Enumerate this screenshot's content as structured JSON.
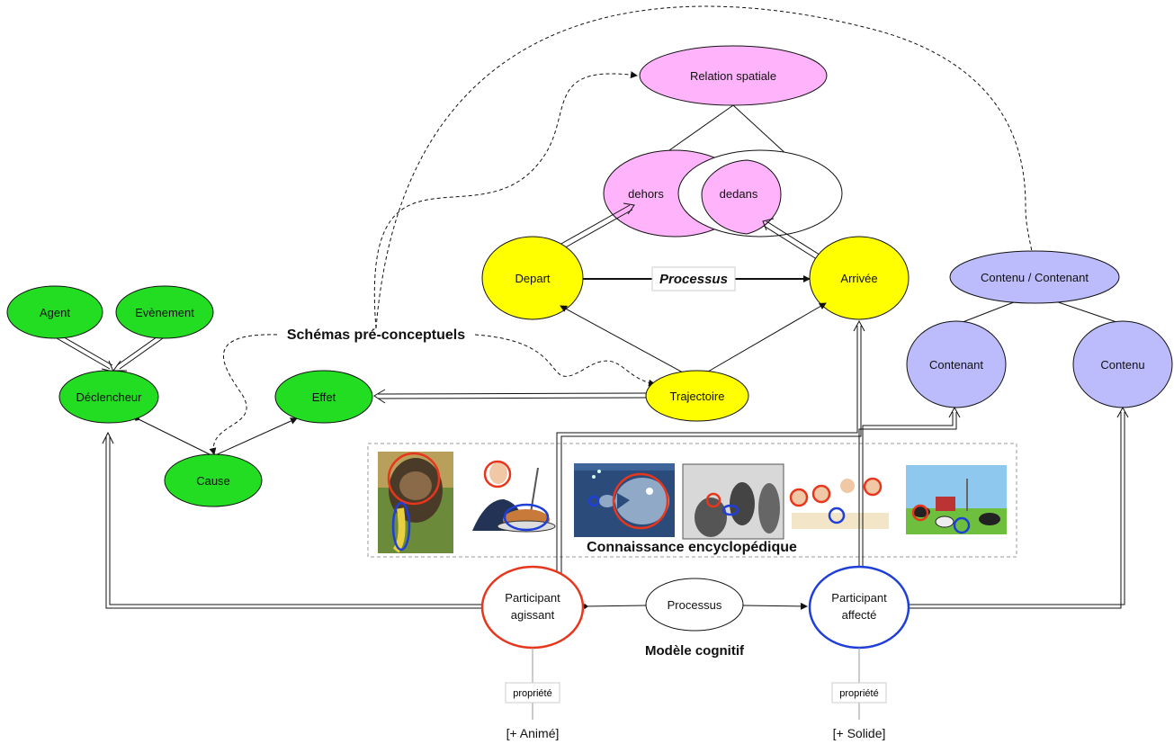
{
  "nodes": {
    "relation_spatiale": "Relation spatiale",
    "dehors": "dehors",
    "dedans": "dedans",
    "depart": "Depart",
    "processus_top": "Processus",
    "arrivee": "Arrivée",
    "trajectoire": "Trajectoire",
    "agent": "Agent",
    "evenement": "Evènement",
    "declencheur": "Déclencheur",
    "effet": "Effet",
    "cause": "Cause",
    "contenu_contenant": "Contenu / Contenant",
    "contenant": "Contenant",
    "contenu": "Contenu",
    "participant_agissant_1": "Participant",
    "participant_agissant_2": "agissant",
    "processus_bottom": "Processus",
    "participant_affecte_1": "Participant",
    "participant_affecte_2": "affecté"
  },
  "labels": {
    "schemas": "Schémas pré-conceptuels",
    "connaissance": "Connaissance encyclopédique",
    "modele": "Modèle cognitif",
    "propriete_left": "propriété",
    "propriete_right": "propriété",
    "anime": "[+ Animé]",
    "solide": "[+ Solide]"
  },
  "colors": {
    "green": "#22dd22",
    "yellow": "#ffff00",
    "pink": "#ffb3fb",
    "lavender": "#bcbcfc",
    "red_ring": "#e8361c",
    "blue_ring": "#1f3fd8"
  },
  "images": [
    {
      "icon": "gorilla-eating-banana"
    },
    {
      "icon": "man-carving-roast"
    },
    {
      "icon": "big-fish-eating-small-fish"
    },
    {
      "icon": "engraving-group-scene"
    },
    {
      "icon": "family-dinner-table"
    },
    {
      "icon": "farm-cows-grazing"
    }
  ]
}
